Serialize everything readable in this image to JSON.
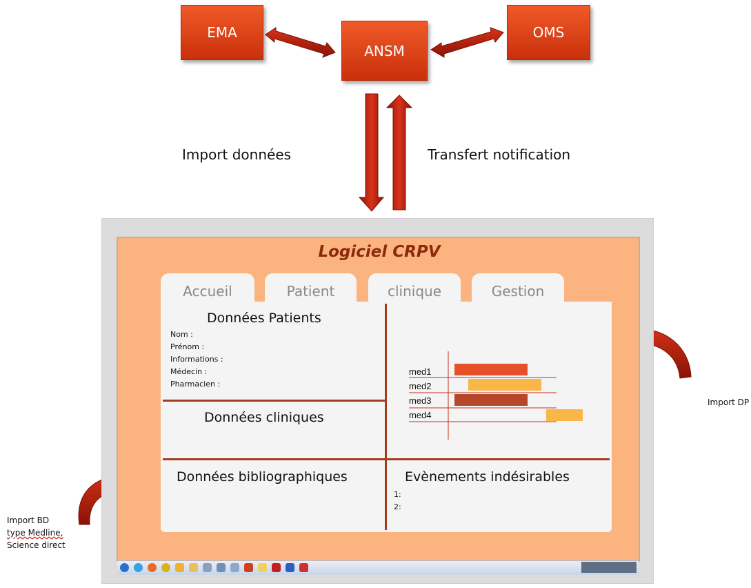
{
  "boxes": {
    "ema": "EMA",
    "ansm": "ANSM",
    "oms": "OMS"
  },
  "flows": {
    "import_label": "Import données",
    "transfer_label": "Transfert notification"
  },
  "software": {
    "title": "Logiciel CRPV",
    "tabs": [
      "Accueil",
      "Patient",
      "clinique",
      "Gestion"
    ],
    "patient_section": {
      "heading": "Données Patients",
      "fields": [
        "Nom :",
        "Prénom :",
        "Informations :",
        "Médecin :",
        "Pharmacien :"
      ]
    },
    "clinical_heading": "Données cliniques",
    "biblio_heading": "Données bibliographiques",
    "events": {
      "heading": "Evènements indésirables",
      "items": [
        "1:",
        "2:"
      ]
    },
    "gantt": {
      "labels": [
        "med1",
        "med2",
        "med3",
        "med4"
      ],
      "colors": [
        "#e8502a",
        "#fbb648",
        "#b6472a",
        "#fbb648"
      ]
    }
  },
  "annotations": {
    "import_dp": "Import DP",
    "import_bd": [
      "Import BD",
      "type Medline,",
      "Science direct"
    ]
  },
  "colors": {
    "box": "#e84a1c",
    "arrow": "#b81c0c",
    "panel_bg": "#fbb47f",
    "divider": "#a23c1e",
    "title": "#8c2a0c"
  }
}
